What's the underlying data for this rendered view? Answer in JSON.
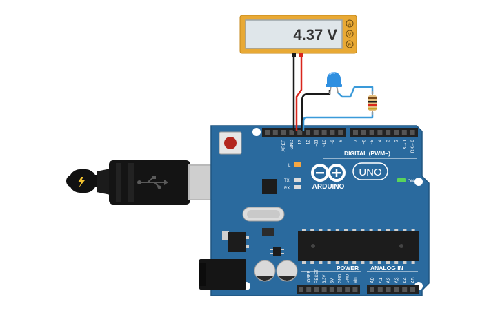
{
  "multimeter": {
    "reading": "4.37 V",
    "modes": [
      "A",
      "V",
      "R"
    ]
  },
  "board": {
    "brand": "ARDUINO",
    "model": "UNO",
    "on_label": "ON",
    "led_labels": [
      "L",
      "TX",
      "RX"
    ],
    "digital_header_title": "DIGITAL (PWM~)",
    "digital_pins": [
      "AREF",
      "GND",
      "13",
      "12",
      "~11",
      "~10",
      "~9",
      "8",
      "7",
      "~6",
      "~5",
      "4",
      "~3",
      "2",
      "TX→1",
      "RX←0"
    ],
    "power_header_title": "POWER",
    "power_pins": [
      "IOREF",
      "RESET",
      "3.3V",
      "5V",
      "GND",
      "GND",
      "Vin"
    ],
    "analog_header_title": "ANALOG IN",
    "analog_pins": [
      "A0",
      "A1",
      "A2",
      "A3",
      "A4",
      "A5"
    ]
  },
  "colors": {
    "board": "#2a6a9e",
    "board_dark": "#1f5580",
    "meter_frame": "#e8a935",
    "meter_screen": "#dfe6ea",
    "wire_black": "#1a1a1a",
    "wire_red": "#d9261c",
    "wire_blue": "#3a9ad9",
    "led": "#2f8fe0"
  }
}
